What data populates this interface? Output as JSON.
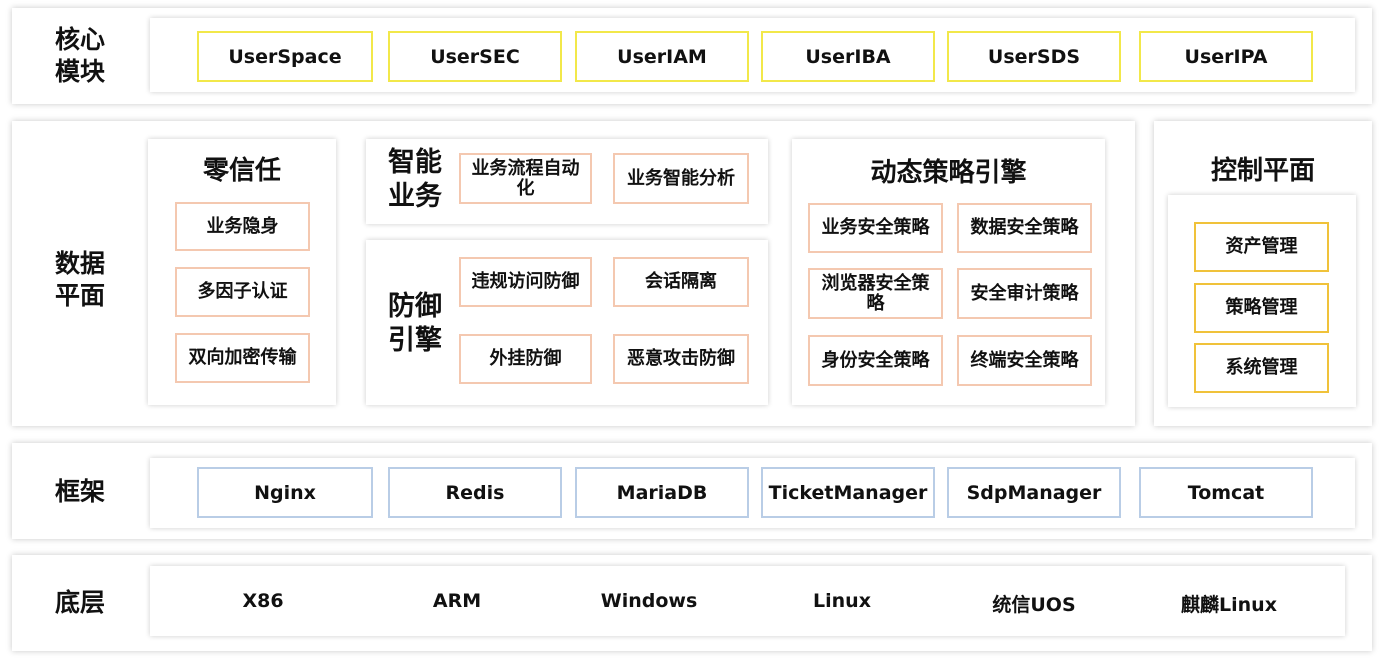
{
  "rows": {
    "core": "核心\n模块",
    "data": "数据\n平面",
    "framework": "框架",
    "base": "底层"
  },
  "core_modules": [
    "UserSpace",
    "UserSEC",
    "UserIAM",
    "UserIBA",
    "UserSDS",
    "UserIPA"
  ],
  "zero_trust": {
    "title": "零信任",
    "items": [
      "业务隐身",
      "多因子认证",
      "双向加密传输"
    ]
  },
  "smart_business": {
    "title": "智能\n业务",
    "items": [
      "业务流程自动\n化",
      "业务智能分析"
    ]
  },
  "defense_engine": {
    "title": "防御\n引擎",
    "items": [
      "违规访问防御",
      "会话隔离",
      "外挂防御",
      "恶意攻击防御"
    ]
  },
  "policy_engine": {
    "title": "动态策略引擎",
    "items": [
      "业务安全策略",
      "数据安全策略",
      "浏览器安全策\n略",
      "安全审计策略",
      "身份安全策略",
      "终端安全策略"
    ]
  },
  "control_plane": {
    "title": "控制平面",
    "items": [
      "资产管理",
      "策略管理",
      "系统管理"
    ]
  },
  "frameworks": [
    "Nginx",
    "Redis",
    "MariaDB",
    "TicketManager",
    "SdpManager",
    "Tomcat"
  ],
  "platforms": [
    "X86",
    "ARM",
    "Windows",
    "Linux",
    "统信UOS",
    "麒麟Linux"
  ],
  "colors": {
    "core_border": "#f2e84a",
    "item_border": "#f4c8b0",
    "control_border": "#f0c23a",
    "framework_border": "#b9cde6"
  }
}
